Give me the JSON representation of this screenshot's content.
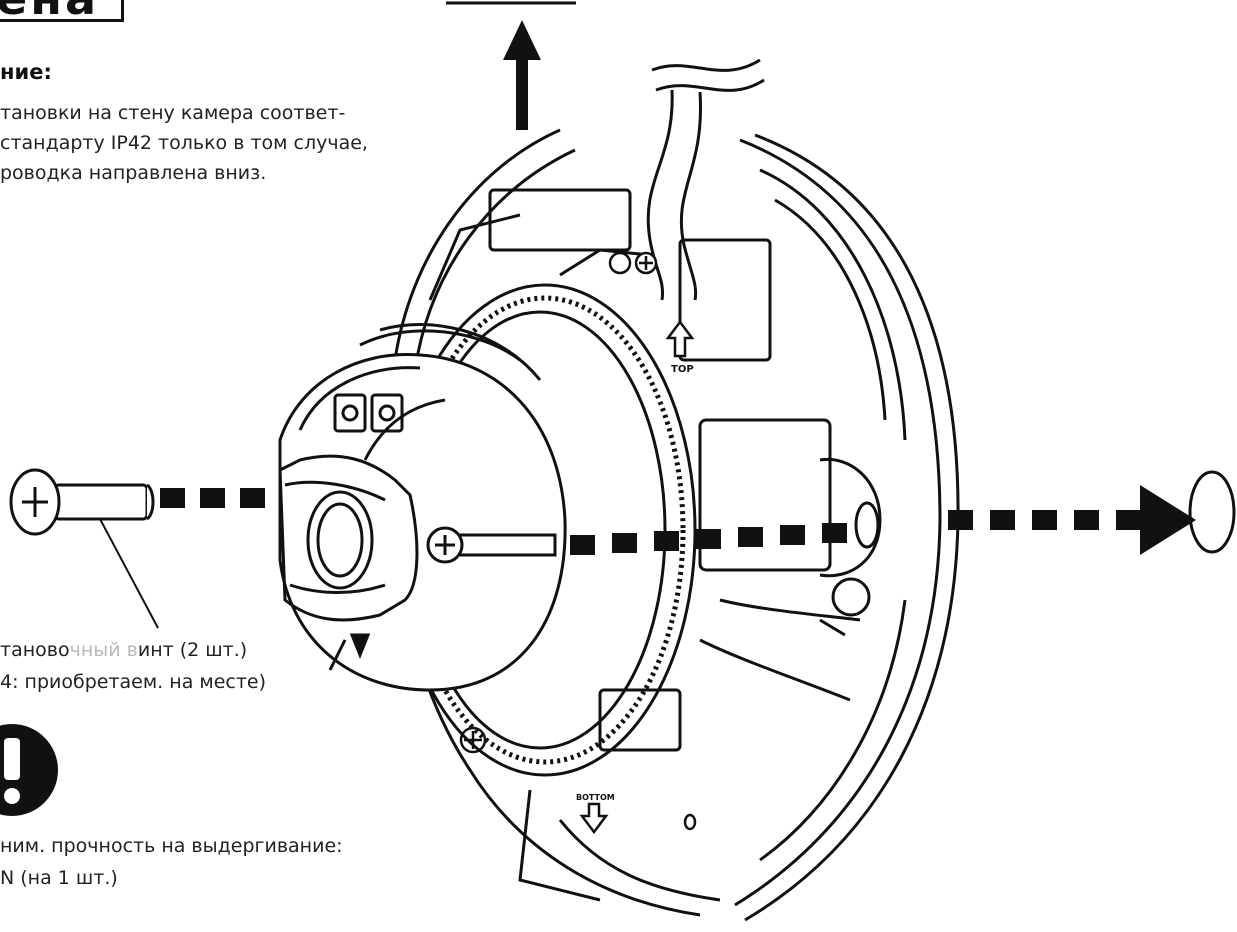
{
  "section_title": "ена",
  "note": {
    "heading": "ние:",
    "lines": [
      "тановки на стену камера соответ-",
      "стандарту IP42 только в том случае,",
      "роводка направлена вниз."
    ]
  },
  "screw_label": {
    "line1_part1": "танов",
    "line1_part2": "о",
    "line1_faded": "чный в",
    "line1_part3": "инт (2 шт.)",
    "line2": "4: приобретаем. на месте)"
  },
  "warning": {
    "line1": "ним. прочность на выдергивание:",
    "line2": "N (на 1 шт.)"
  },
  "markings": {
    "top": "TOP",
    "bottom": "BOTTOM"
  }
}
